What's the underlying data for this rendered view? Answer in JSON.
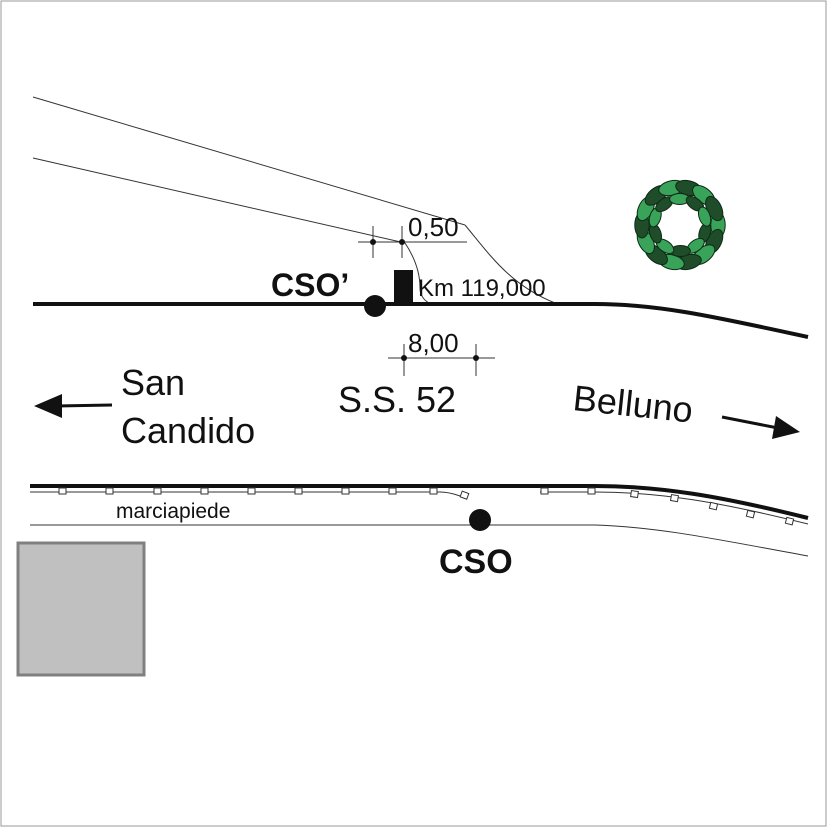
{
  "labels": {
    "dim_top": "0,50",
    "km": "Km 119,000",
    "cso_prime": "CSO’",
    "dim_mid": "8,00",
    "road": "S.S. 52",
    "dest_left_1": "San",
    "dest_left_2": "Candido",
    "dest_right": "Belluno",
    "sidewalk": "marciapiede",
    "cso": "CSO"
  },
  "icons": {
    "tree": "tree-icon",
    "building": "building-icon",
    "arrow_left": "arrow-left-icon",
    "arrow_right": "arrow-right-icon"
  },
  "colors": {
    "ink": "#111111",
    "tree_dark": "#1f4d2a",
    "tree_light": "#3aa35a",
    "building_fill": "#c0c0c0",
    "building_stroke": "#808080",
    "frame": "#999999"
  }
}
